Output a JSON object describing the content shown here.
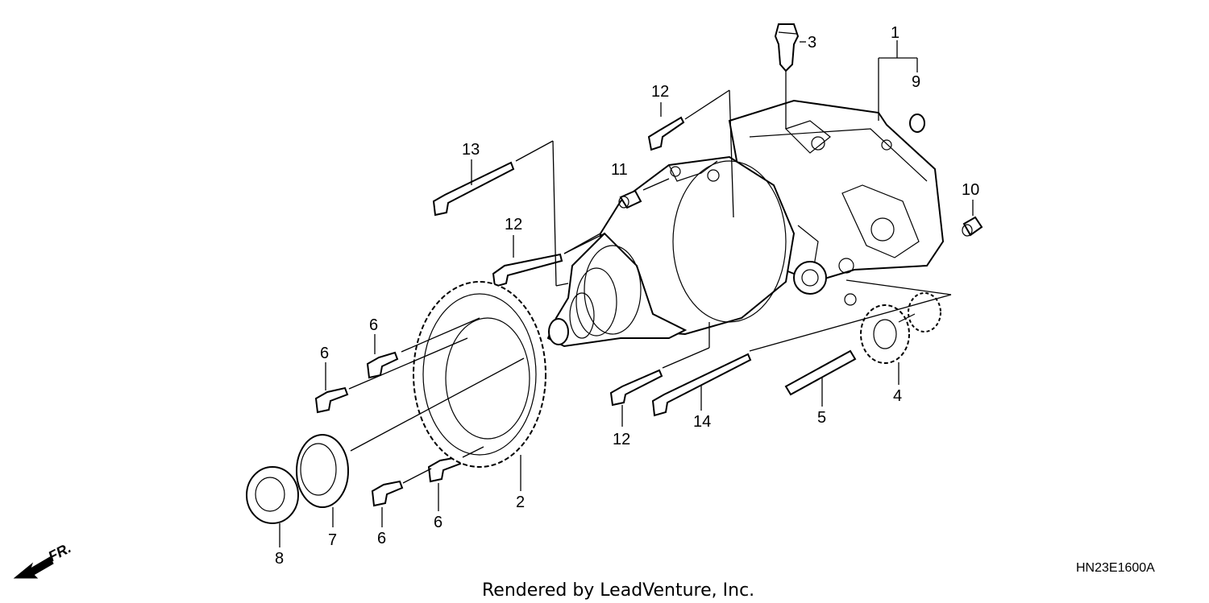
{
  "diagram": {
    "callouts": {
      "c1": "1",
      "c2": "2",
      "c3": "3",
      "c4": "4",
      "c5": "5",
      "c6a": "6",
      "c6b": "6",
      "c6c": "6",
      "c6d": "6",
      "c7": "7",
      "c8": "8",
      "c9": "9",
      "c10": "10",
      "c11": "11",
      "c12a": "12",
      "c12b": "12",
      "c12c": "12",
      "c13": "13",
      "c14": "14"
    },
    "front_marker": "FR.",
    "diagram_code": "HN23E1600A",
    "credit": "Rendered by LeadVenture, Inc."
  }
}
